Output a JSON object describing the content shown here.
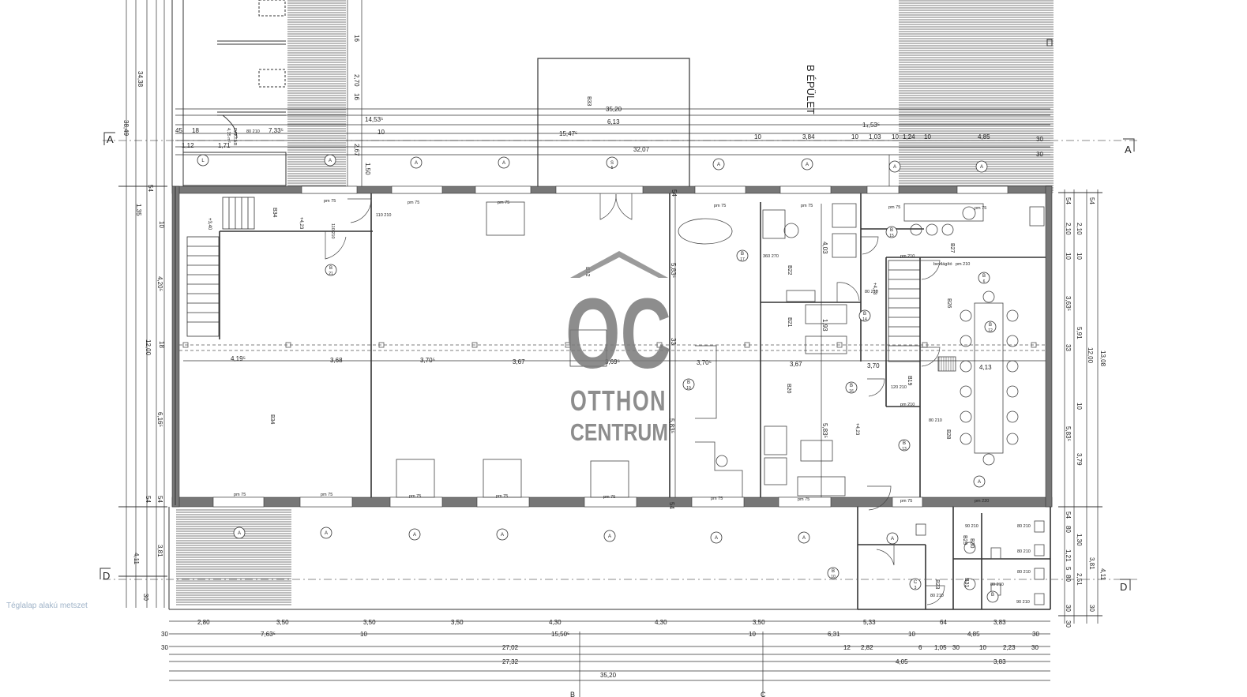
{
  "building_label": "B ÉPÜLET",
  "section_marks": {
    "a": "A",
    "d": "D",
    "bottom_left": "B",
    "bottom_right": "C"
  },
  "caption": "Téglalap alakú metszet",
  "watermark": {
    "letters": "OC",
    "line1": "OTTHON",
    "line2": "CENTRUM"
  },
  "rooms": {
    "b33": "B33",
    "b34_top": "B34",
    "b34": "B34",
    "b32": "B32",
    "b22": "B22",
    "b21": "B21",
    "b20": "B20",
    "b27": "B27",
    "b26": "B26",
    "b28": "B28",
    "b19": "B19",
    "b29": "B29",
    "b30": "B30",
    "b31": "B31",
    "b23": "B23"
  },
  "top_dims": {
    "d3520": "35,20",
    "d613": "6,13",
    "d1453": "14,53⁵",
    "d1547": "15,47⁵",
    "d3207": "32,07",
    "d45": "45",
    "d18": "18",
    "d733": "7,33⁵",
    "d112": "1,12",
    "d171": "1,71",
    "d384": "3,84",
    "d103": "1,03",
    "d124": "1,24",
    "d485": "4,85",
    "d153": "1₄,53⁵",
    "d10a": "10",
    "d10b": "10",
    "d10c": "10",
    "d10d": "10",
    "d10e": "10",
    "d30a": "30",
    "d30b": "30"
  },
  "interior_dims": {
    "i1": "4,19⁵",
    "i2": "3,68",
    "i3": "3,70⁵",
    "i4": "3,67",
    "i5": "3,69⁵",
    "i6": "3,70⁵",
    "i7": "3,67",
    "i8": "3,70",
    "i9": "4,13"
  },
  "bottom_dims": {
    "r1": [
      "2,80",
      "3,50",
      "3,50",
      "3,50",
      "4,30",
      "4,30",
      "3,50",
      "5,33",
      "64",
      "3,83"
    ],
    "r2": [
      "30",
      "7,63⁵",
      "10",
      "15,50⁵",
      "10",
      "6,31",
      "10",
      "4,85",
      "30"
    ],
    "r3": [
      "30",
      "27,02",
      "12",
      "2,82",
      "6",
      "1,05",
      "30",
      "10",
      "2,23",
      "30"
    ],
    "r4": [
      "27,32",
      "4,05",
      "3,83"
    ],
    "r5": [
      "35,20"
    ]
  },
  "left_dims": [
    "34,38",
    "38,49",
    "54",
    "1,35",
    "10",
    "4,20⁵",
    "18",
    "12,00",
    "6,16⁵",
    "54",
    "3,81",
    "4,11",
    "30",
    "54",
    "16",
    "2,70",
    "16",
    "2,67",
    "1,50"
  ],
  "right_dims": [
    "54",
    "2,10",
    "10",
    "3,63⁵",
    "33",
    "5,91",
    "10",
    "5,83⁵",
    "3,79",
    "54",
    "1,30",
    "80",
    "1,21",
    "5",
    "80",
    "30",
    "13,08",
    "12,00",
    "54",
    "2,10",
    "10",
    "3,81",
    "4,11",
    "30",
    "2,51",
    "30"
  ],
  "mid_vertical_dims": {
    "v1": "5,83⁵",
    "v2": "33",
    "v3": "5,83⁵",
    "v4": "4,03",
    "v5": "1,93",
    "v6": "5,83⁵",
    "v7": "54",
    "v8": "54"
  },
  "window_tags": {
    "pm": "pm 75",
    "pm2": "pm 210",
    "pm3": "pm 220"
  },
  "door_tags": {
    "d1": "110 210",
    "d2": "90 210",
    "d3": "80 210",
    "d4": "360 270",
    "d5": "120 210",
    "d6": "80 210"
  },
  "level_marks": {
    "l1": "+4,23",
    "l2": "+3,40",
    "l3": "+4,23",
    "l4": "+4,23"
  },
  "misc_text": {
    "raktar": "RAKTÁR",
    "area": "4,35 m²",
    "bevilagito": "bevilágító"
  },
  "markers": {
    "a": "A",
    "b": "B",
    "c": "C",
    "l": "L",
    "s": "S"
  },
  "marker_numbers": {
    "n21": "21",
    "n12": "12",
    "n13": "13",
    "n17": "17",
    "n15": "15",
    "n19": "19",
    "n14": "14",
    "n16": "16",
    "n3": "3",
    "n5": "5",
    "n10": "10",
    "n6": "6"
  }
}
